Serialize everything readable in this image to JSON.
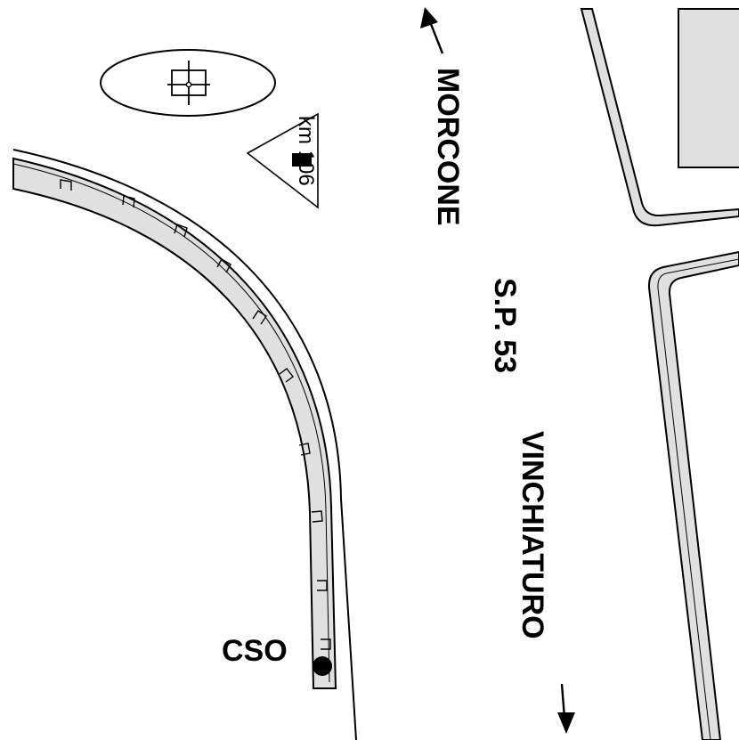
{
  "map": {
    "road_name": "S.P. 53",
    "direction_north": "MORCONE",
    "direction_south": "VINCHIATURO",
    "point_label": "CSO",
    "kilometre_marker": "km 106"
  },
  "colors": {
    "sidewalk_fill": "#e0e0e0",
    "line": "#000000",
    "background": "#ffffff"
  }
}
